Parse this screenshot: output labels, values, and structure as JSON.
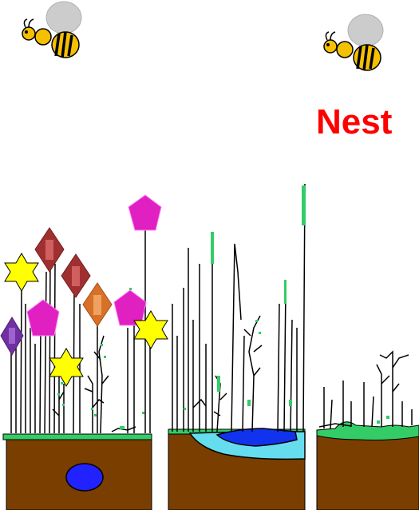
{
  "nest": {
    "label": "Nest",
    "color": "#ff0000"
  },
  "bees": [
    {
      "name": "bee-left",
      "icon": "bee-icon",
      "facing": "left"
    },
    {
      "name": "bee-right",
      "icon": "bee-icon",
      "facing": "left"
    }
  ],
  "panels": [
    {
      "name": "meadow-panel",
      "features": [
        "flowers",
        "stems",
        "underground-burrow"
      ]
    },
    {
      "name": "pond-panel",
      "features": [
        "stems",
        "pond"
      ]
    },
    {
      "name": "shrub-panel",
      "features": [
        "shrubs"
      ]
    }
  ],
  "flowers": [
    {
      "shape": "pentagon",
      "color": "#e020c0",
      "count": 3
    },
    {
      "shape": "star",
      "color": "#ffff00",
      "count": 3
    },
    {
      "shape": "diamond",
      "color": "#a03030",
      "count": 2
    },
    {
      "shape": "diamond",
      "color": "#e07020",
      "count": 1
    },
    {
      "shape": "diamond",
      "color": "#7030a0",
      "count": 1
    }
  ],
  "colors": {
    "soil": "#7a3e00",
    "grass": "#33cc66",
    "water_light": "#66ddee",
    "water_deep": "#1133ee",
    "burrow": "#2222ff",
    "bee_body": "#f5c000"
  }
}
